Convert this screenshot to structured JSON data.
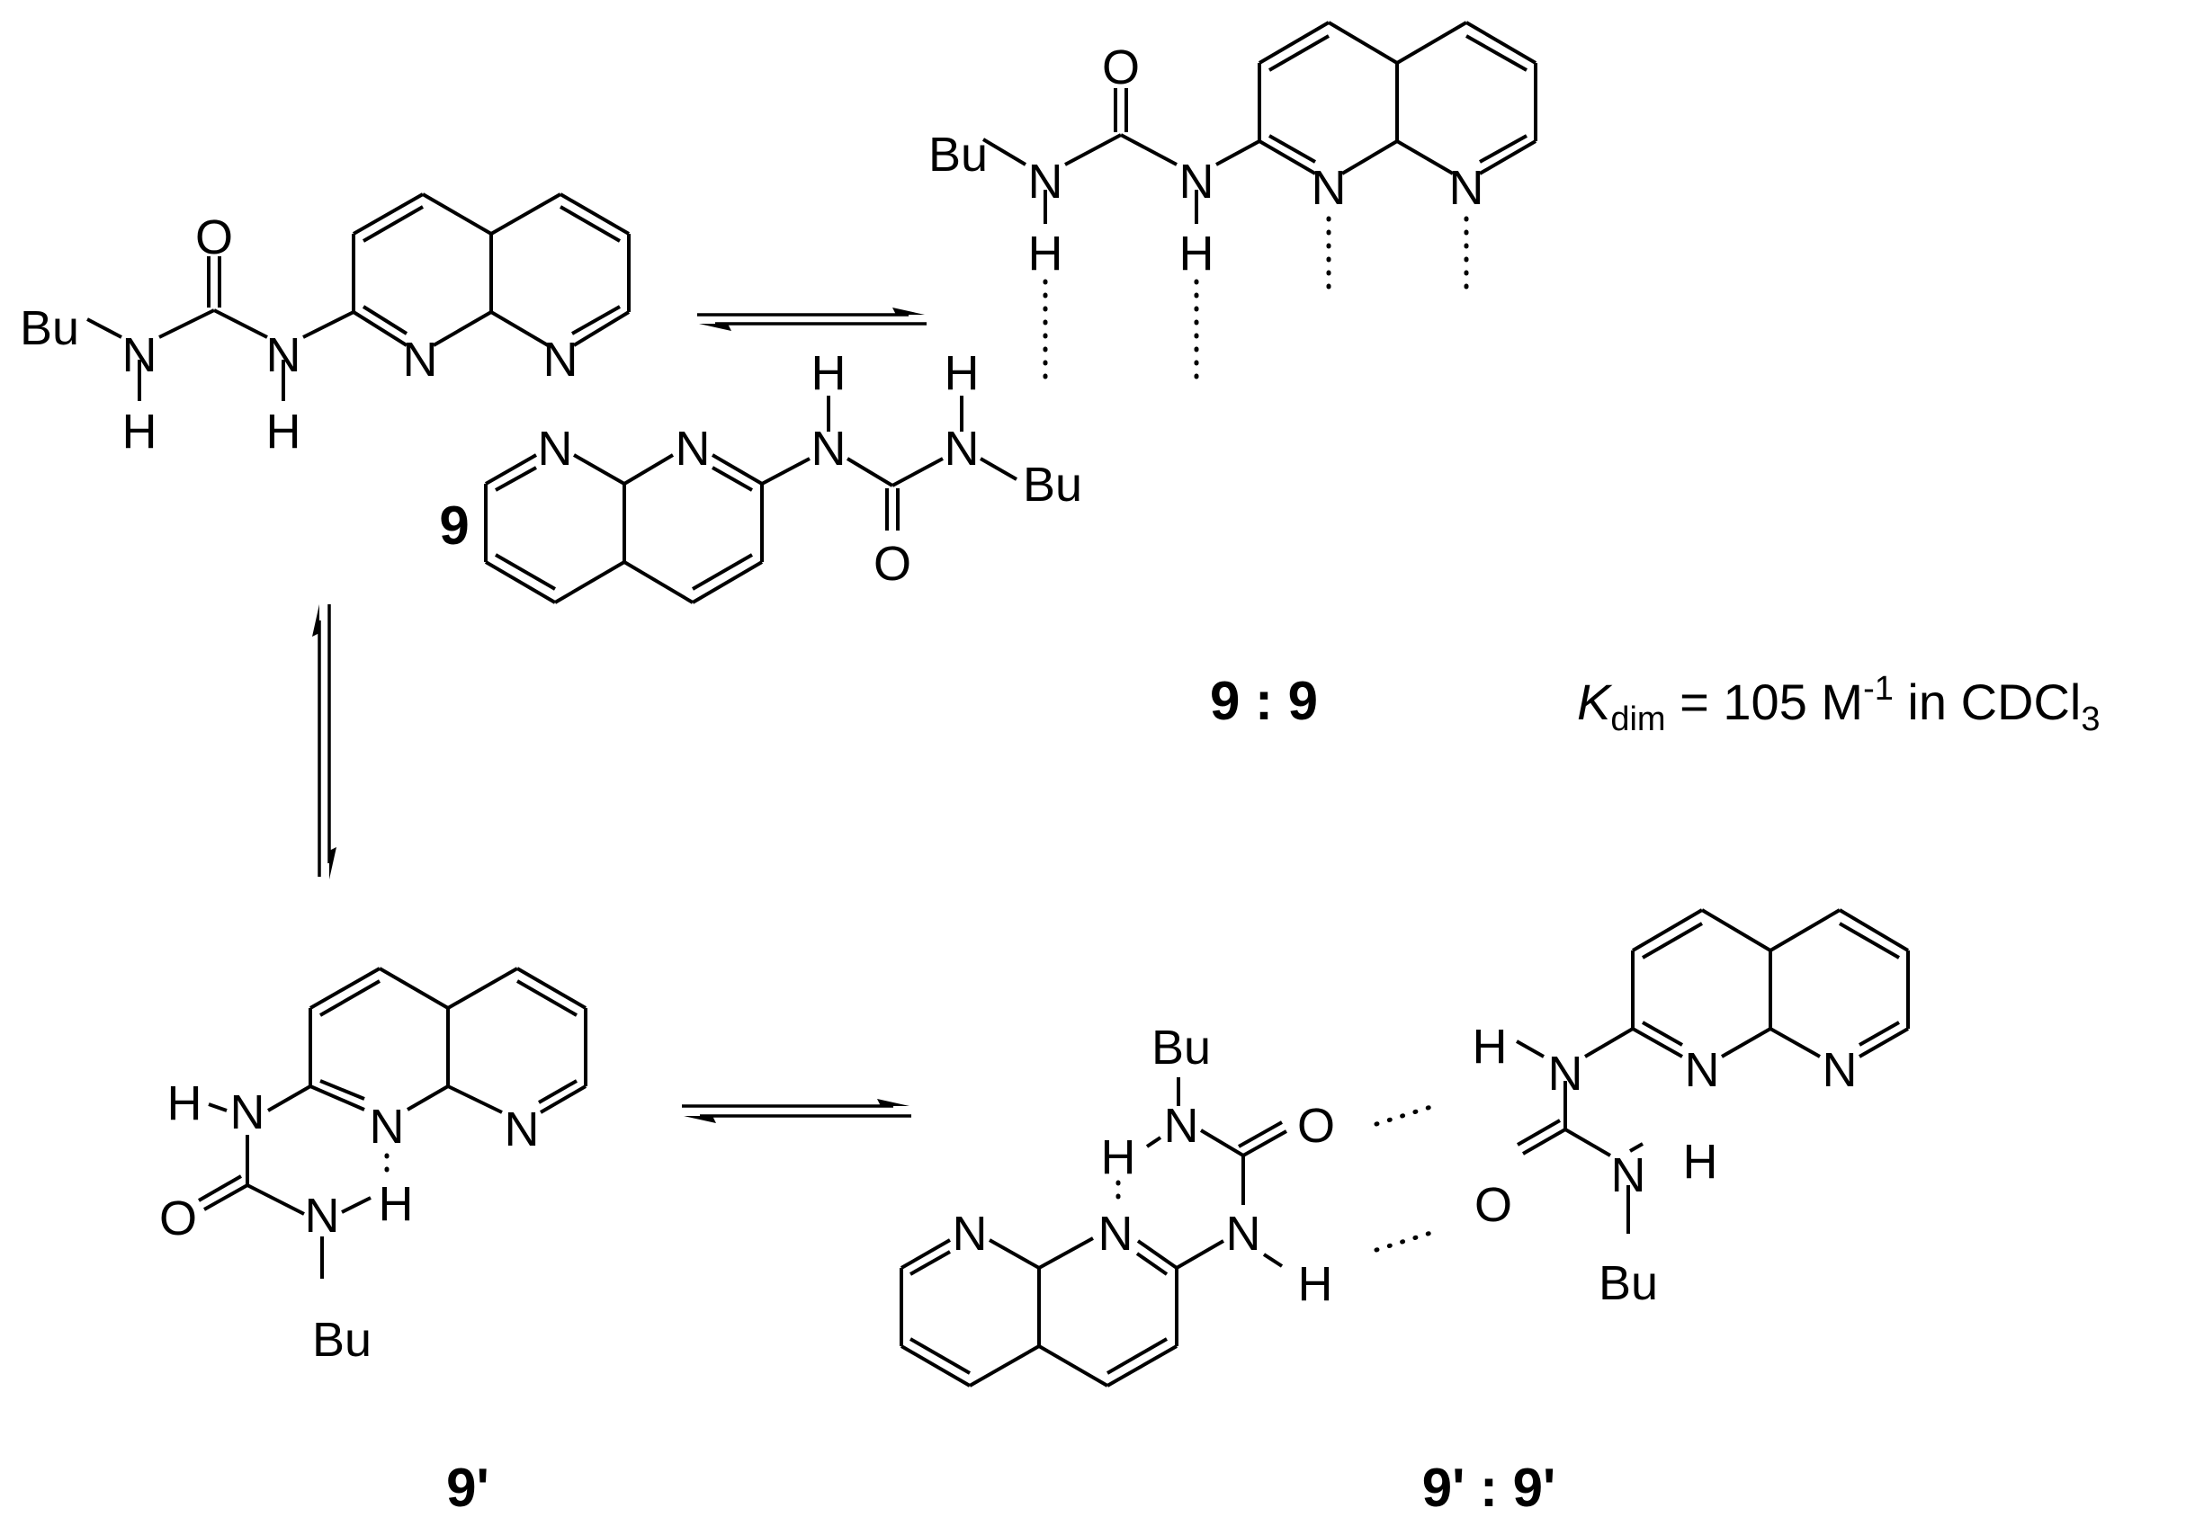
{
  "atoms": {
    "N": "N",
    "H": "H",
    "O": "O",
    "Bu": "Bu"
  },
  "labels": {
    "monomer": "9",
    "dimer": "9 : 9",
    "tautomer": "9'",
    "tautomer_dimer": "9' : 9'"
  },
  "equilibrium": {
    "K": "K",
    "K_subscript": "dim",
    "equals_value": " = 105  M",
    "exponent": "-1",
    "solvent_text": " in CDCl",
    "solvent_subscript": "3"
  }
}
